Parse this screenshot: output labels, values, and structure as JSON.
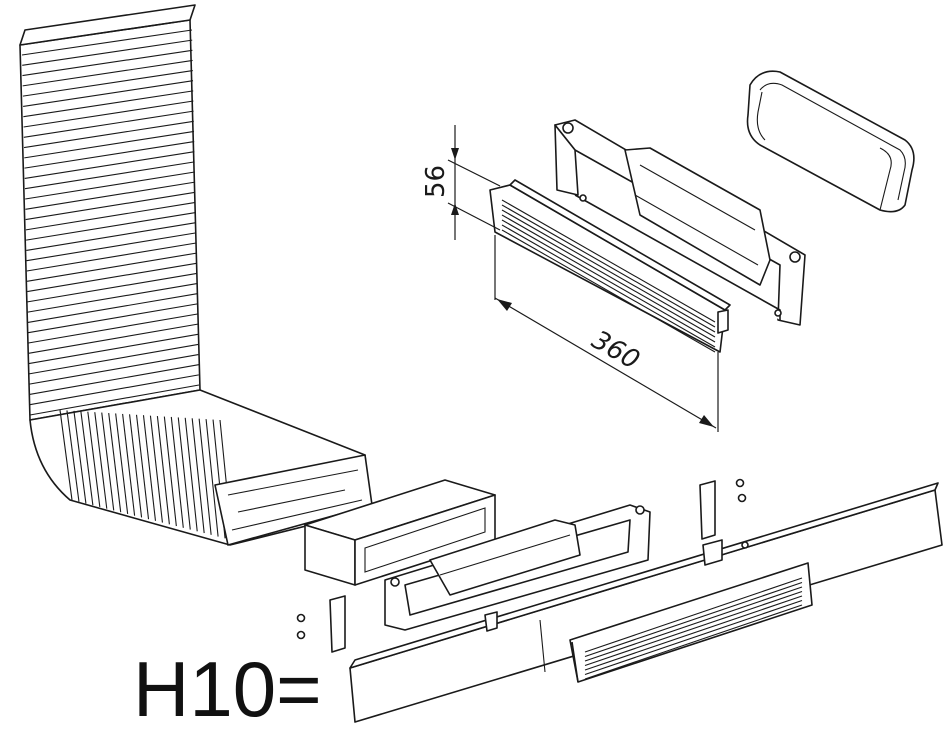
{
  "dimensions": {
    "height_label": "56",
    "width_label": "360"
  },
  "code_label": "H10=",
  "colors": {
    "line": "#1a1a1a",
    "fill": "#ffffff"
  },
  "parts": [
    "flexible-duct-elbow-icon",
    "rectangular-duct-section-icon",
    "wall-sleeve-frame-icon",
    "louvred-grille-icon",
    "duct-connector-ring-icon",
    "plinth-panel-icon",
    "mounting-bracket-icon",
    "screw-icon"
  ]
}
